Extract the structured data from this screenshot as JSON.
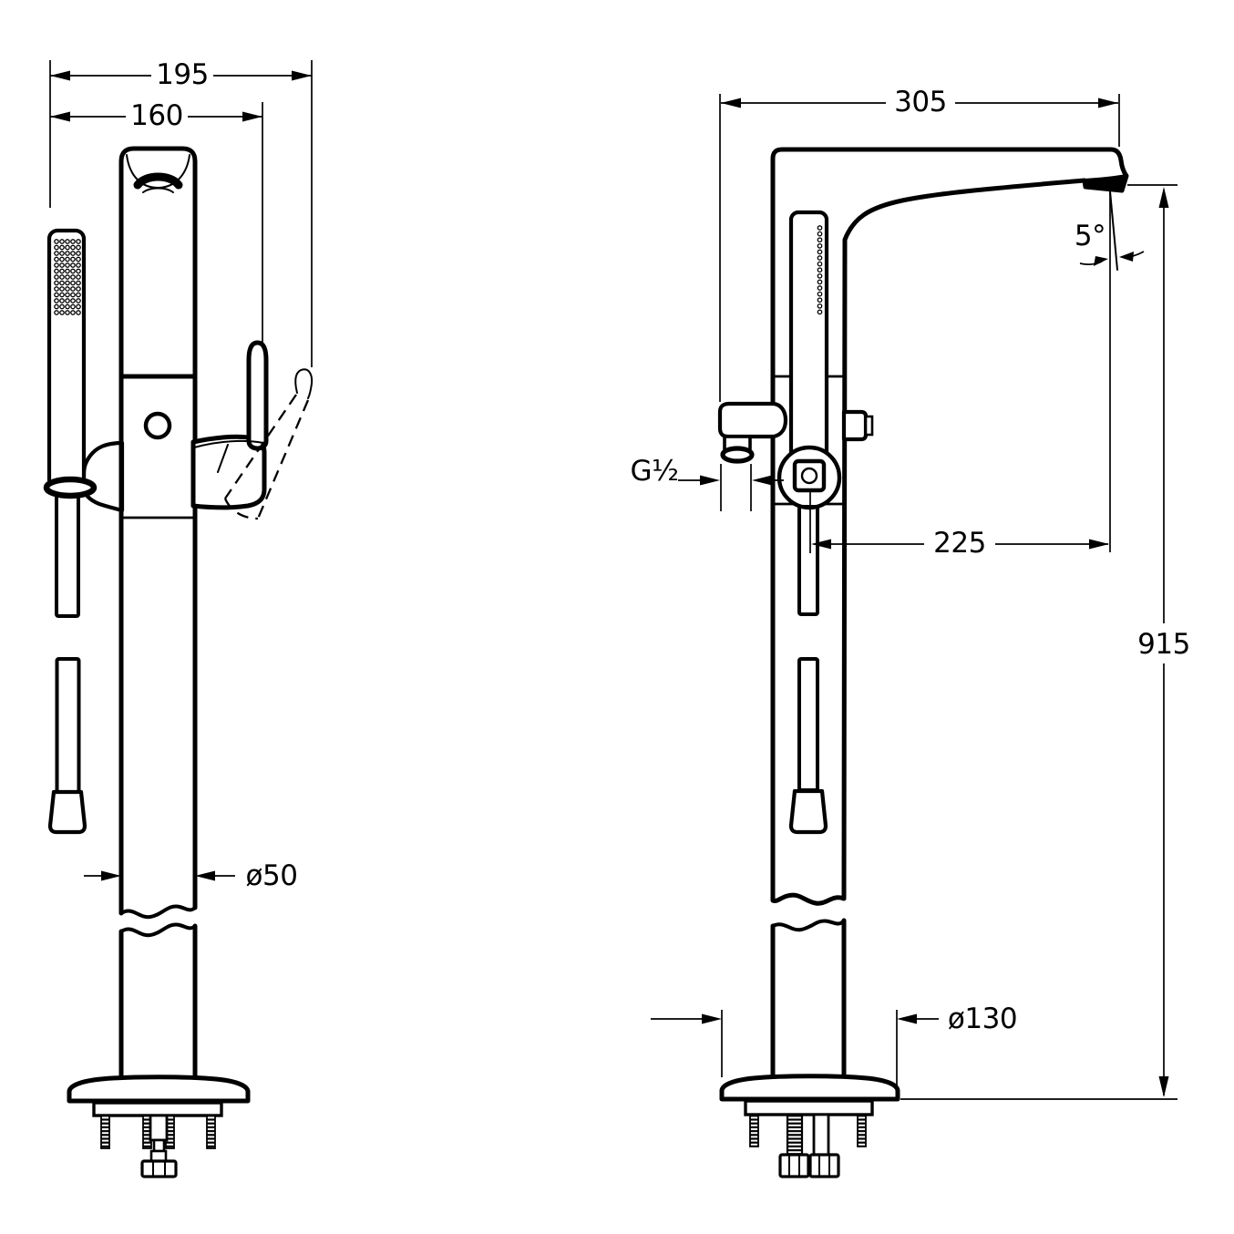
{
  "document": {
    "background_color": "#ffffff",
    "line_color": "#000000"
  },
  "front_view": {
    "dimensions": {
      "overall_width": "195",
      "spout_to_handle_width": "160",
      "column_diameter": "ø50"
    }
  },
  "side_view": {
    "dimensions": {
      "overall_depth": "305",
      "spout_angle": "5°",
      "connection_thread": "G½",
      "spout_reach": "225",
      "overall_height": "915",
      "base_diameter": "ø130"
    }
  }
}
